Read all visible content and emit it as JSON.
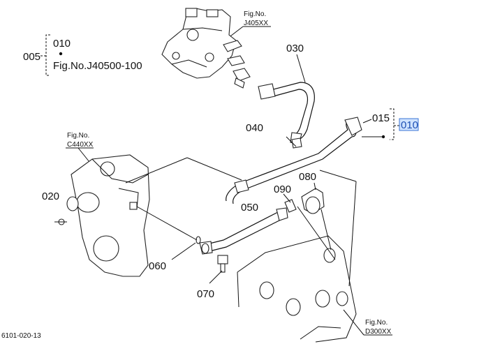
{
  "labels": {
    "p005": "005",
    "p010_top": "010",
    "fig_j40500": "Fig.No.J40500-100",
    "p030": "030",
    "p015": "015",
    "p010_right": "010",
    "p040": "040",
    "p020": "020",
    "p050": "050",
    "p060": "060",
    "p070": "070",
    "p080": "080",
    "p090": "090"
  },
  "fig_refs": {
    "j405": {
      "title": "Fig.No.",
      "code": "J405XX"
    },
    "c440": {
      "title": "Fig.No.",
      "code": "C440XX"
    },
    "d300": {
      "title": "Fig.No.",
      "code": "D300XX"
    }
  },
  "footer": "6101-020-13",
  "colors": {
    "highlight": "#cfe3ff",
    "highlight_text": "#1d4fb3"
  }
}
